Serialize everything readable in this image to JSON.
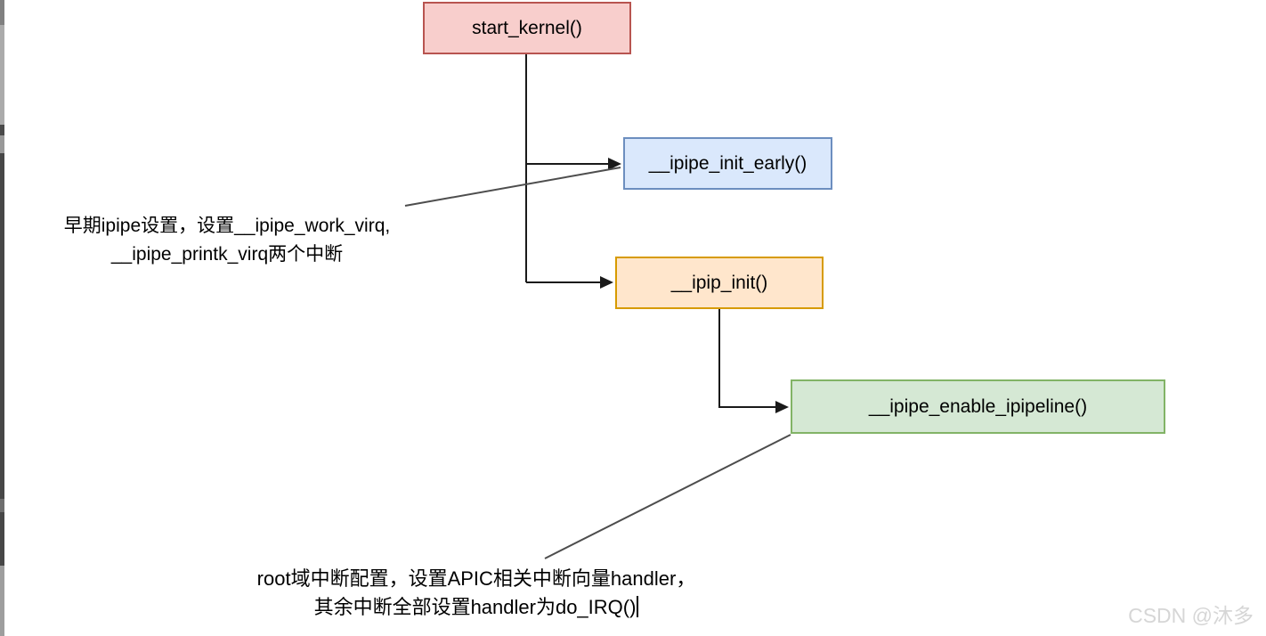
{
  "diagram": {
    "connector_color": "#1a1a1a",
    "pointer_line_color": "#4d4d4d",
    "nodes": [
      {
        "id": "start-kernel",
        "label": "start_kernel()",
        "fill": "#f8cecc",
        "border": "#b85450"
      },
      {
        "id": "ipipe-init-early",
        "label": "__ipipe_init_early()",
        "fill": "#dae8fc",
        "border": "#6c8ebf"
      },
      {
        "id": "ipip-init",
        "label": "__ipip_init()",
        "fill": "#ffe6cc",
        "border": "#d79b00"
      },
      {
        "id": "ipipe-enable-ipipeline",
        "label": "__ipipe_enable_ipipeline()",
        "fill": "#d5e8d4",
        "border": "#82b366"
      }
    ],
    "annotations": [
      {
        "id": "early-ipipe-note",
        "lines": [
          "早期ipipe设置，设置__ipipe_work_virq,",
          "__ipipe_printk_virq两个中断"
        ]
      },
      {
        "id": "root-domain-note",
        "lines": [
          "root域中断配置，设置APIC相关中断向量handler，",
          "其余中断全部设置handler为do_IRQ()"
        ]
      }
    ]
  },
  "watermark": {
    "text": "CSDN @沐多",
    "color": "#d6d6d6"
  }
}
